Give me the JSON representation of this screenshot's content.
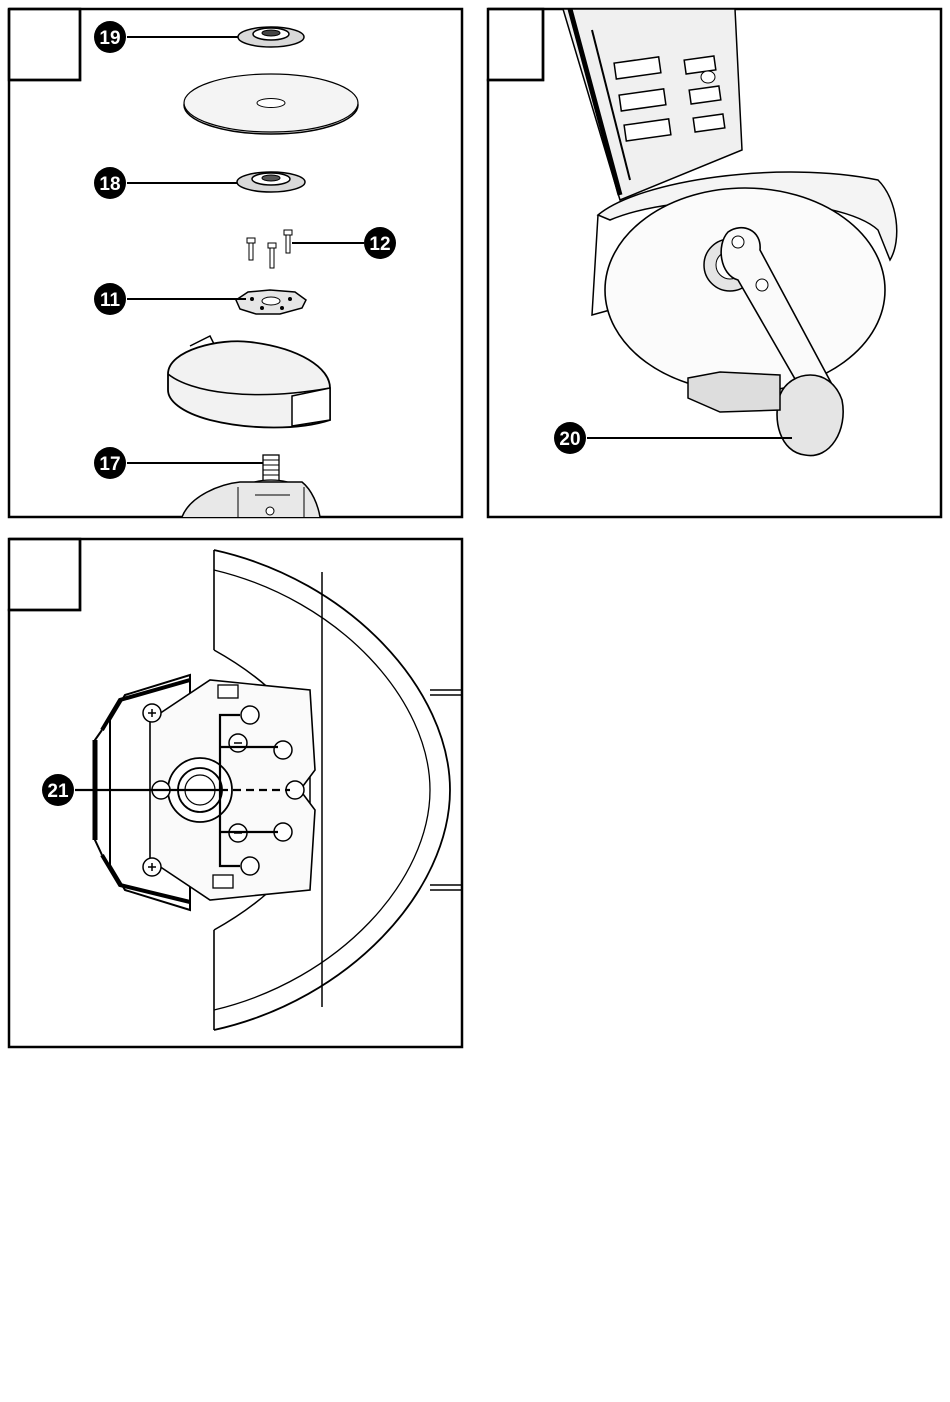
{
  "panels": [
    {
      "id": "panel-1",
      "description_visible": "exploded assembly",
      "callouts": [
        {
          "label": "19"
        },
        {
          "label": "18"
        },
        {
          "label": "12"
        },
        {
          "label": "11"
        },
        {
          "label": "17"
        }
      ]
    },
    {
      "id": "panel-2",
      "callouts": [
        {
          "label": "20"
        }
      ]
    },
    {
      "id": "panel-3",
      "callouts": [
        {
          "label": "21"
        }
      ]
    }
  ],
  "colors": {
    "line": "#000000",
    "paper": "#ffffff",
    "shade": "#d9d9d9",
    "dark": "#1a1a1a"
  }
}
